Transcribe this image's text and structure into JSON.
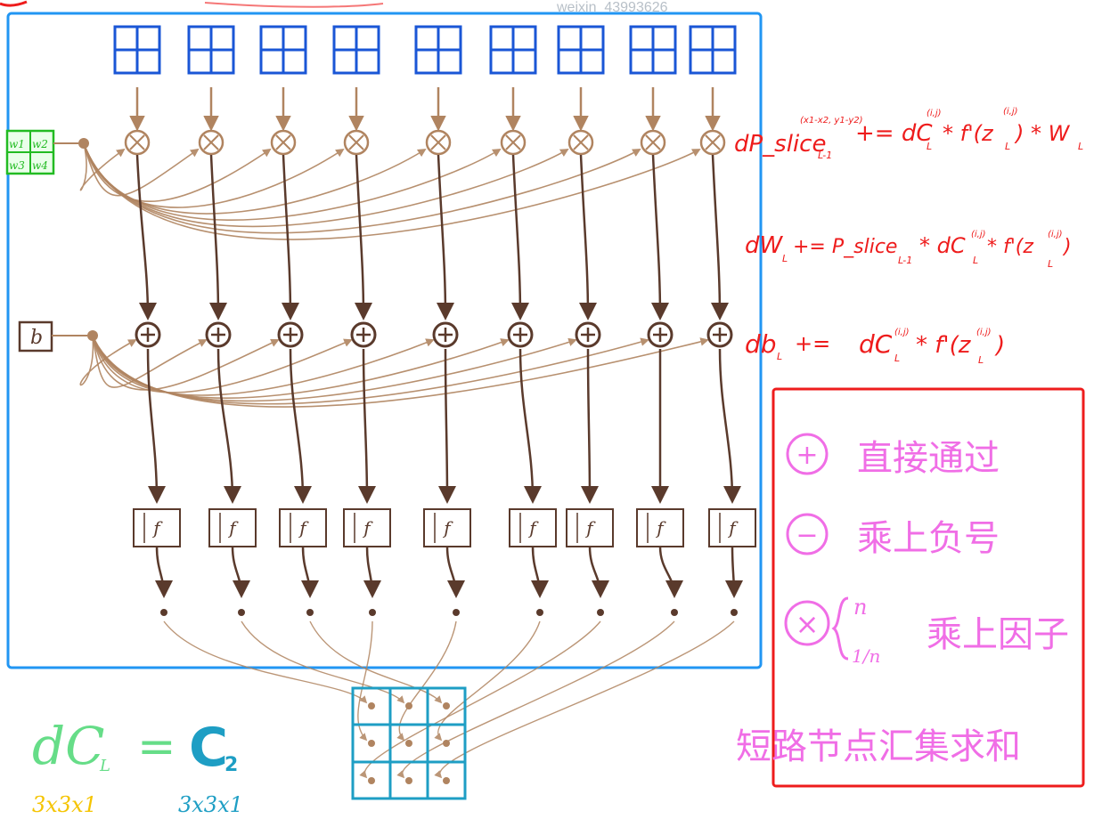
{
  "watermark": "weixin_43993626",
  "colors": {
    "blue_box": "#2196f3",
    "red_box": "#ee1c1c",
    "input_cell": "#1a56d6",
    "brown_arrow": "#b08460",
    "dark_arrow": "#5a3a2c",
    "green_weights": "#22bb22",
    "formula_red": "#ee1c1c",
    "legend_pink": "#f06ee6",
    "teal_grid": "#1e9ec4",
    "light_green": "#66dd88"
  },
  "weights": [
    "w1",
    "w2",
    "w3",
    "w4"
  ],
  "bias_label": "b",
  "activation_label": "f",
  "column_count": 9,
  "formulas": {
    "dp_slice": {
      "lhs": "dP_slice",
      "sup": "(x1-x2, y1-y2)",
      "sub": "L-1",
      "rhs": "+= dC",
      "rhs_sup": "(i,j)",
      "rhs_sub": "L",
      "tail": "* f'(z",
      "tail_sup": "(i,j)",
      "tail_sub": "L",
      "end": ") * W",
      "end_sub": "L"
    },
    "dw": {
      "lhs": "dW",
      "lhs_sub": "L",
      "op": "+= P_slice",
      "op_sub": "L-1",
      "mid": "* dC",
      "mid_sup": "(i,j)",
      "mid_sub": "L",
      "tail": "* f'(z",
      "tail_sup": "(i,j)",
      "tail_sub": "L",
      "end": ")"
    },
    "db": {
      "lhs": "db",
      "lhs_sub": "L",
      "op": "+=",
      "mid": "dC",
      "mid_sup": "(i,j)",
      "mid_sub": "L",
      "tail": "* f'(z",
      "tail_sup": "(i,j)",
      "tail_sub": "L",
      "end": ")"
    }
  },
  "legend": {
    "plus_symbol": "+",
    "plus_text": "直接通过",
    "minus_symbol": "−",
    "minus_text": "乘上负号",
    "times_symbol": "×",
    "times_options": [
      "n",
      "1/n"
    ],
    "times_text": "乘上因子",
    "footer": "短路节点汇集求和"
  },
  "bottom": {
    "lhs": "dC",
    "lhs_sub": "L",
    "eq": "=",
    "rhs": "C",
    "rhs_sub": "2",
    "lhs_dims": "3x3x1",
    "rhs_dims": "3x3x1"
  }
}
